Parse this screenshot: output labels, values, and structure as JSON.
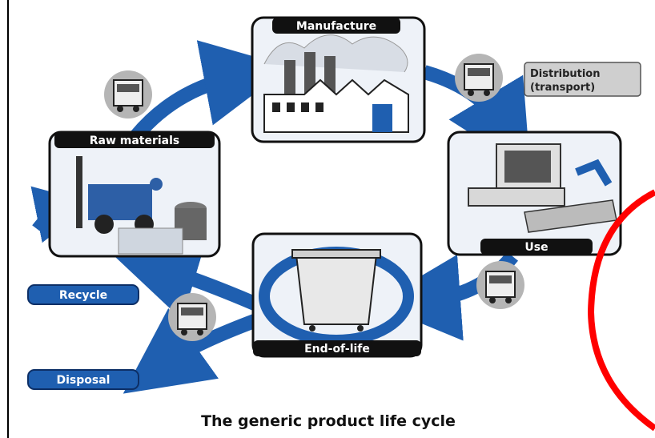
{
  "diagram": {
    "title": "The generic product life cycle",
    "stages": {
      "manufacture": "Manufacture",
      "raw_materials": "Raw materials",
      "use": "Use",
      "end_of_life": "End-of-life"
    },
    "transport": {
      "line1": "Distribution",
      "line2": "(transport)"
    },
    "outcomes": {
      "recycle": "Recycle",
      "disposal": "Disposal"
    }
  },
  "colors": {
    "arrow_blue": "#1f5fb0",
    "label_navy": "#1a2a55",
    "annotation_red": "#ff0000"
  }
}
